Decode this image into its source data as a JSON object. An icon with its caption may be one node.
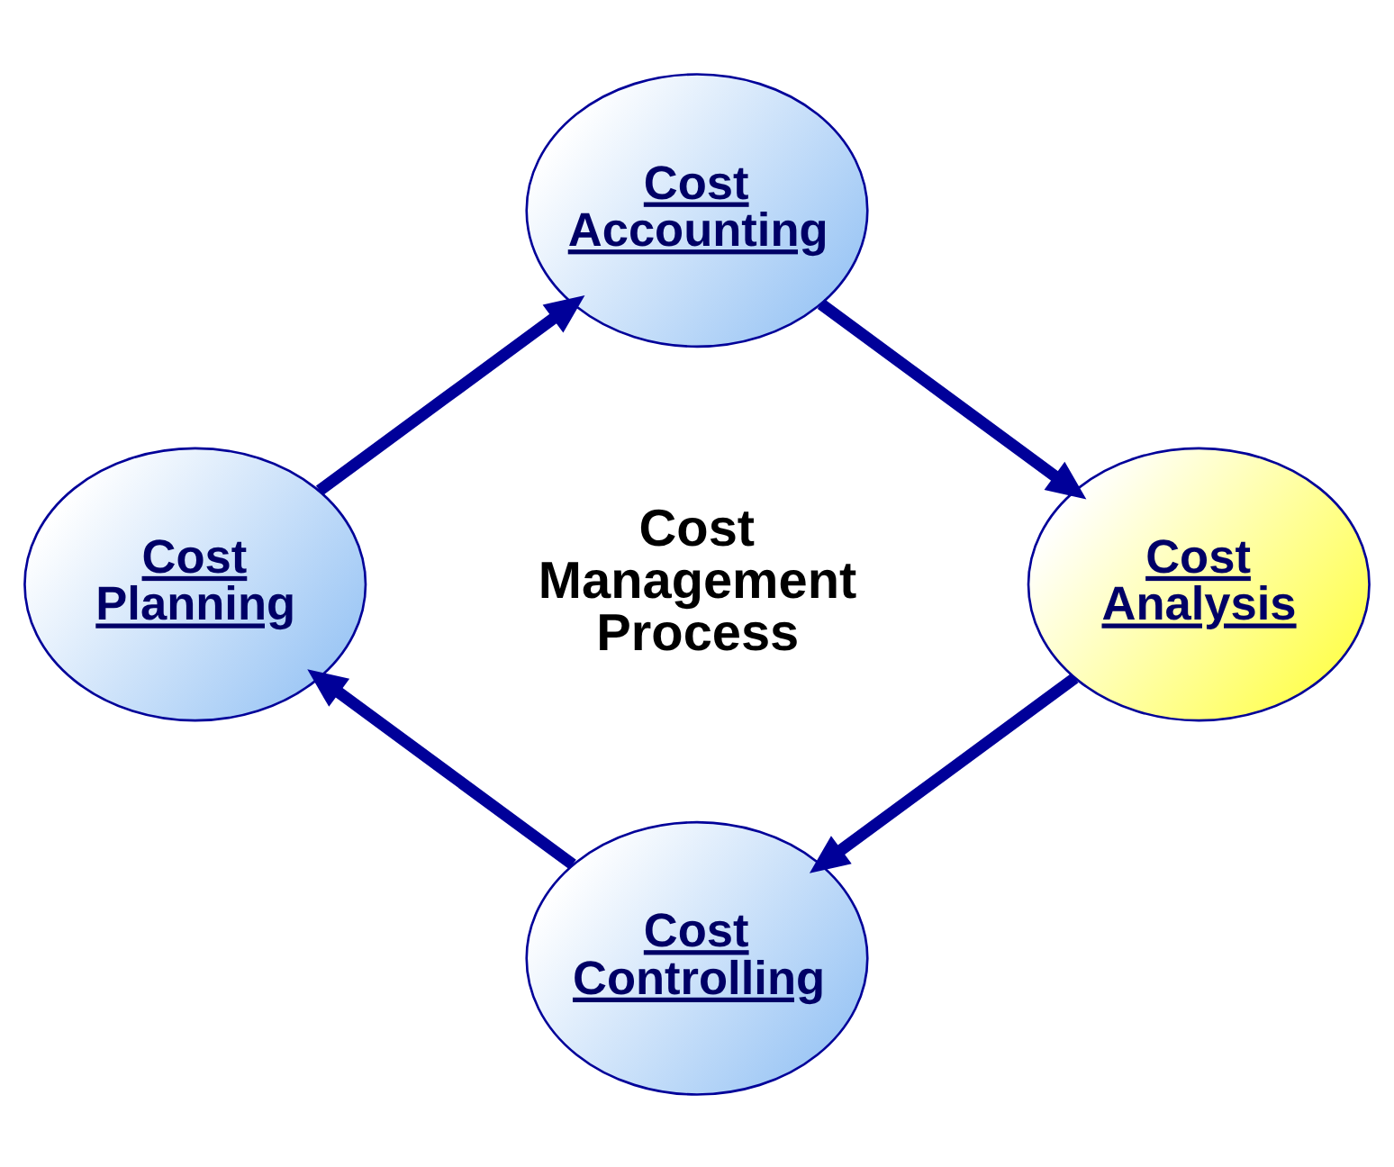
{
  "diagram": {
    "nodes": [
      {
        "text": [
          "Cost Accounting"
        ]
      },
      {
        "text": [
          "Cost Analysis"
        ]
      },
      {
        "text": [
          "Cost Controlling"
        ]
      },
      {
        "text": [
          "Cost Planning"
        ]
      }
    ],
    "edges": [
      {
        "from": 0,
        "to": 1,
        "arrow": "to"
      },
      {
        "from": 1,
        "to": 2,
        "arrow": "to"
      },
      {
        "from": 2,
        "to": 3,
        "arrow": "to"
      },
      {
        "from": 3,
        "to": 0,
        "arrow": "to"
      }
    ],
    "labels": [
      "Cost Management Process"
    ]
  }
}
